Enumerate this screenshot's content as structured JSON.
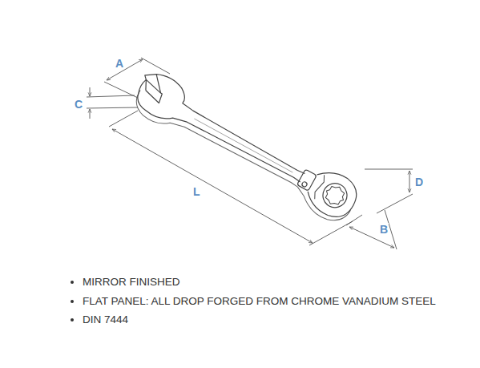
{
  "diagram": {
    "labels": [
      "A",
      "C",
      "L",
      "D",
      "B",
      "MIRROR FINISHED",
      "FLAT PANEL: ALL DROP FORGED FROM CHROME VANADIUM STEEL",
      "DIN 7444"
    ]
  }
}
